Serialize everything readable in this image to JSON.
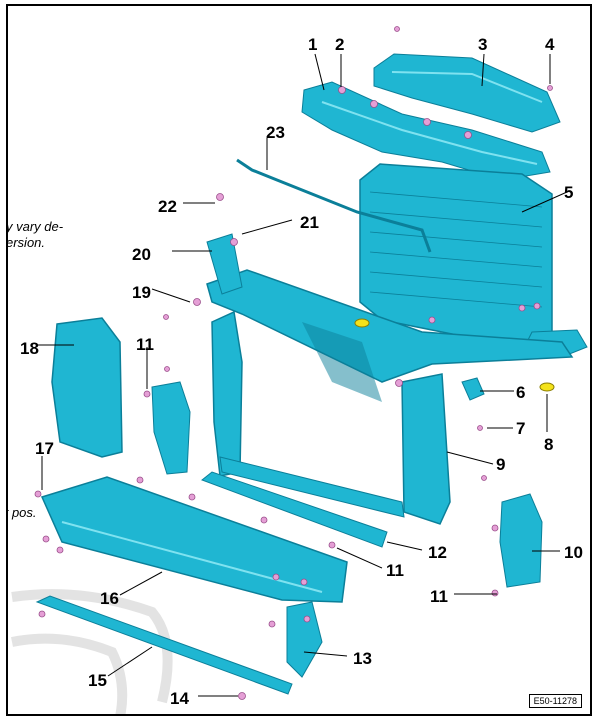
{
  "colors": {
    "part_fill": "#1fb6d2",
    "part_dark": "#0b7f99",
    "part_light": "#7fe2f0",
    "fastener": "#e59fd6",
    "seal": "#f4e21a",
    "background": "#ffffff",
    "watermark": "#e3e3e3"
  },
  "callouts": [
    "1",
    "2",
    "3",
    "4",
    "5",
    "6",
    "7",
    "8",
    "9",
    "10",
    "11",
    "11",
    "11",
    "11",
    "12",
    "13",
    "14",
    "15",
    "16",
    "17",
    "18",
    "19",
    "20",
    "21",
    "22",
    "23"
  ],
  "partial_text": {
    "line1": "y vary de-",
    "line2": "ersion.",
    "line3": "r pos."
  },
  "figure_ref": "E50-11278"
}
